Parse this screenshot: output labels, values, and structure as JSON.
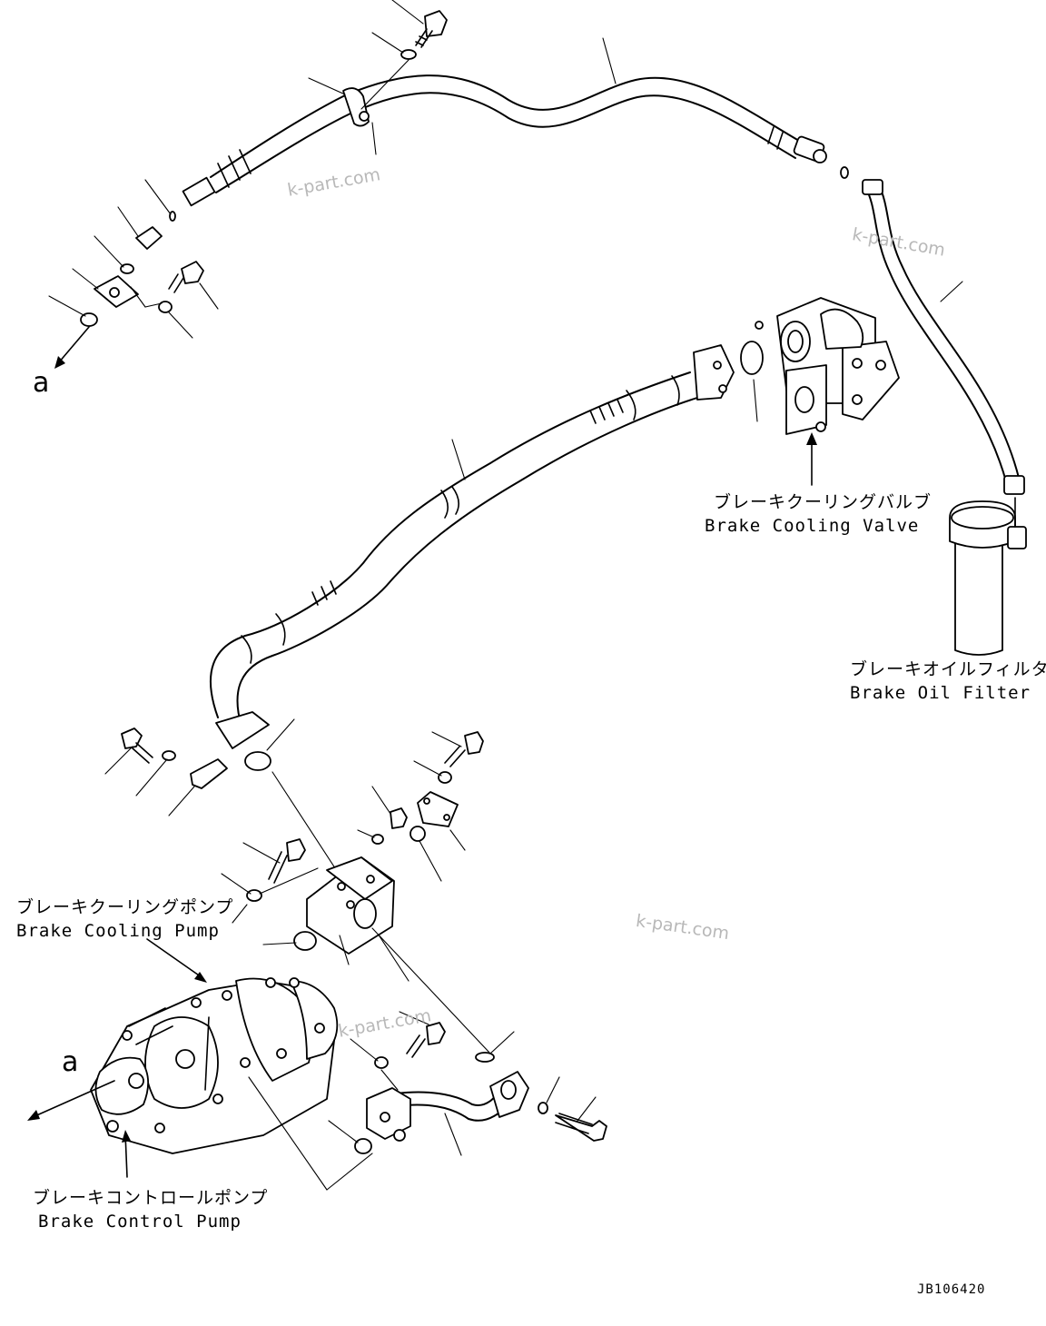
{
  "labels": {
    "brake_cooling_valve": {
      "jp": "ブレーキクーリングバルブ",
      "en": "Brake Cooling Valve"
    },
    "brake_oil_filter": {
      "jp": "ブレーキオイルフィルタ",
      "en": "Brake Oil Filter"
    },
    "brake_cooling_pump": {
      "jp": "ブレーキクーリングポンプ",
      "en": "Brake Cooling Pump"
    },
    "brake_control_pump": {
      "jp": "ブレーキコントロールポンプ",
      "en": "Brake Control Pump"
    }
  },
  "reference_marks": {
    "top": "a",
    "bottom": "a"
  },
  "watermarks": [
    "k-part.com",
    "k-part.com",
    "k-part.com",
    "k-part.com"
  ],
  "drawing_number": "JB106420",
  "colors": {
    "line": "#000000",
    "watermark": "#b8b8b8",
    "background": "#ffffff"
  }
}
